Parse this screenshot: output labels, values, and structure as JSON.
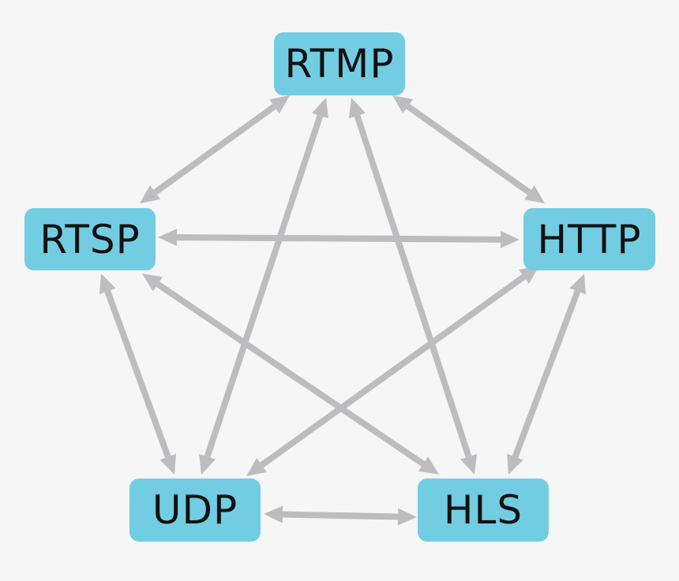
{
  "colors": {
    "background": "#f6f6f6",
    "node_fill": "#72cde3",
    "node_text": "#111111",
    "arrow": "#bdbdbf"
  },
  "nodes": {
    "rtmp": {
      "label": "RTMP"
    },
    "rtsp": {
      "label": "RTSP"
    },
    "http": {
      "label": "HTTP"
    },
    "udp": {
      "label": "UDP"
    },
    "hls": {
      "label": "HLS"
    }
  },
  "edges": [
    {
      "from": "RTMP",
      "to": "RTSP",
      "direction": "bidirectional"
    },
    {
      "from": "RTMP",
      "to": "HTTP",
      "direction": "bidirectional"
    },
    {
      "from": "RTMP",
      "to": "UDP",
      "direction": "bidirectional"
    },
    {
      "from": "RTMP",
      "to": "HLS",
      "direction": "bidirectional"
    },
    {
      "from": "RTSP",
      "to": "HTTP",
      "direction": "bidirectional"
    },
    {
      "from": "RTSP",
      "to": "UDP",
      "direction": "bidirectional"
    },
    {
      "from": "RTSP",
      "to": "HLS",
      "direction": "bidirectional"
    },
    {
      "from": "HTTP",
      "to": "UDP",
      "direction": "bidirectional"
    },
    {
      "from": "HTTP",
      "to": "HLS",
      "direction": "bidirectional"
    },
    {
      "from": "UDP",
      "to": "HLS",
      "direction": "bidirectional"
    }
  ]
}
